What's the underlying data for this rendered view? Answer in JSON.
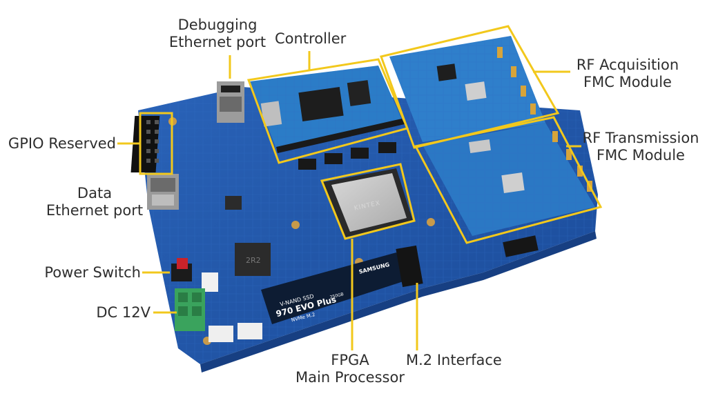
{
  "labels": {
    "debug_ethernet_line1": "Debugging",
    "debug_ethernet_line2": "Ethernet port",
    "controller": "Controller",
    "rf_acq_line1": "RF Acquisition",
    "rf_acq_line2": "FMC Module",
    "rf_tx_line1": "RF Transmission",
    "rf_tx_line2": "FMC Module",
    "gpio": "GPIO Reserved",
    "data_ethernet_line1": "Data",
    "data_ethernet_line2": "Ethernet port",
    "power_switch": "Power Switch",
    "dc": "DC 12V",
    "fpga_line1": "FPGA",
    "fpga_line2": "Main Processor",
    "m2": "M.2 Interface"
  },
  "board_markings": {
    "fpga_chip": "KINTEX",
    "ssd_brand": "SAMSUNG",
    "ssd_line1": "V-NAND SSD",
    "ssd_line2": "970 EVO Plus",
    "ssd_line3": "NVMe M.2",
    "ssd_capacity": "250GB"
  },
  "colors": {
    "pcb": "#1f55a8",
    "pcb_dark": "#173f82",
    "callout": "#f2c81c",
    "label_text": "#2e2e2e"
  }
}
